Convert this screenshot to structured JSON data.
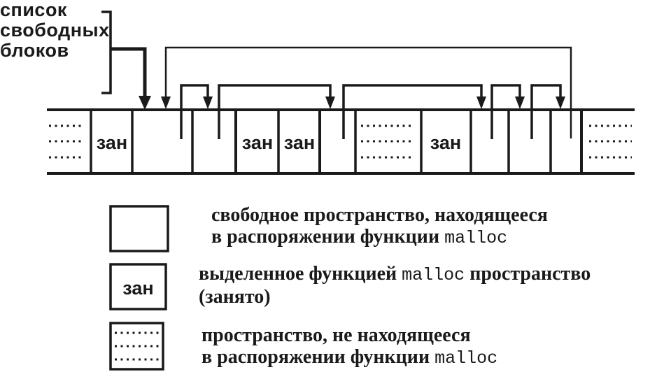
{
  "figure": {
    "free_list_label": "список свободных блоков"
  },
  "bar": {
    "segments": [
      {
        "type": "outside-malloc",
        "label": ""
      },
      {
        "type": "allocated",
        "label": "зан"
      },
      {
        "type": "free",
        "label": ""
      },
      {
        "type": "free",
        "label": ""
      },
      {
        "type": "allocated",
        "label": "зан"
      },
      {
        "type": "allocated",
        "label": "зан"
      },
      {
        "type": "free",
        "label": ""
      },
      {
        "type": "outside-malloc",
        "label": ""
      },
      {
        "type": "allocated",
        "label": "зан"
      },
      {
        "type": "free",
        "label": ""
      },
      {
        "type": "free",
        "label": ""
      },
      {
        "type": "free",
        "label": ""
      },
      {
        "type": "outside-malloc",
        "label": ""
      }
    ]
  },
  "legend": {
    "items": [
      {
        "key": "free-space",
        "line1": "свободное пространство, находящееся",
        "line2_prefix": "в распоряжении функции ",
        "code": "malloc"
      },
      {
        "key": "allocated-space",
        "box_label": "зан",
        "line1_prefix": "выделенное функцией ",
        "code": "malloc",
        "line1_suffix": " пространство",
        "line2": "(занято)"
      },
      {
        "key": "outside-space",
        "line1": "пространство, не находящееся",
        "line2_prefix": "в распоряжении функции ",
        "code": "malloc"
      }
    ]
  },
  "colors": {
    "ink": "#1a1a1a",
    "background": "#ffffff"
  }
}
